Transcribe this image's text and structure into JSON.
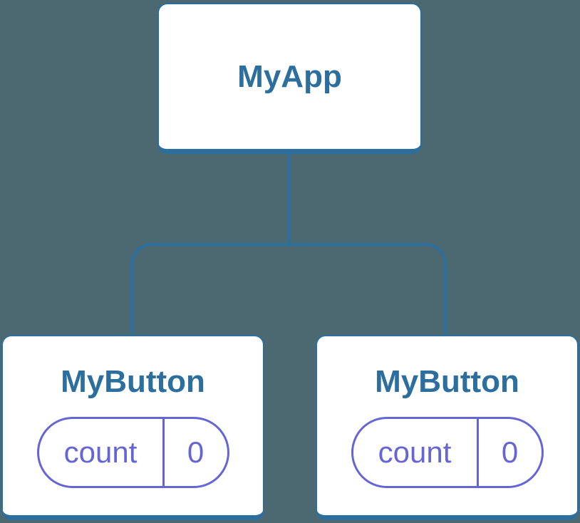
{
  "colors": {
    "background": "#4C6971",
    "node_fill": "#FFFFFF",
    "node_border": "#2C6E9E",
    "title_text": "#2C6E9E",
    "connector": "#2C6E9E",
    "state_accent": "#6565D6"
  },
  "tree": {
    "root": {
      "label": "MyApp"
    },
    "children": [
      {
        "label": "MyButton",
        "state": {
          "key": "count",
          "value": "0"
        }
      },
      {
        "label": "MyButton",
        "state": {
          "key": "count",
          "value": "0"
        }
      }
    ]
  }
}
